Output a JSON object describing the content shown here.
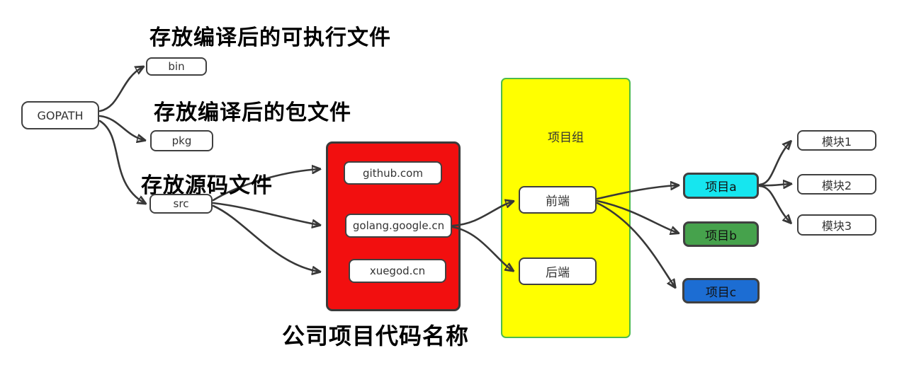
{
  "diagram": {
    "title": "GOPATH workspace structure",
    "nodes": {
      "gopath": "GOPATH",
      "bin": "bin",
      "pkg": "pkg",
      "src": "src",
      "github": "github.com",
      "golang": "golang.google.cn",
      "xuegod": "xuegod.cn",
      "project_group": "项目组",
      "frontend": "前端",
      "backend": "后端",
      "project_a": "项目a",
      "project_b": "项目b",
      "project_c": "项目c",
      "module1": "模块1",
      "module2": "模块2",
      "module3": "模块3"
    },
    "annotations": {
      "bin_note": "存放编译后的可执行文件",
      "pkg_note": "存放编译后的包文件",
      "src_note": "存放源码文件",
      "repo_note": "公司项目代码名称"
    },
    "colors": {
      "repo_container_fill": "#f20f0f",
      "group_container_fill": "#ffff00",
      "group_container_border": "#4cbb4c",
      "project_a_fill": "#16e6ef",
      "project_b_fill": "#46a24c",
      "project_c_fill": "#1c6dd3",
      "node_border": "#404040",
      "connector": "#383838",
      "note_text": "#000000"
    }
  }
}
